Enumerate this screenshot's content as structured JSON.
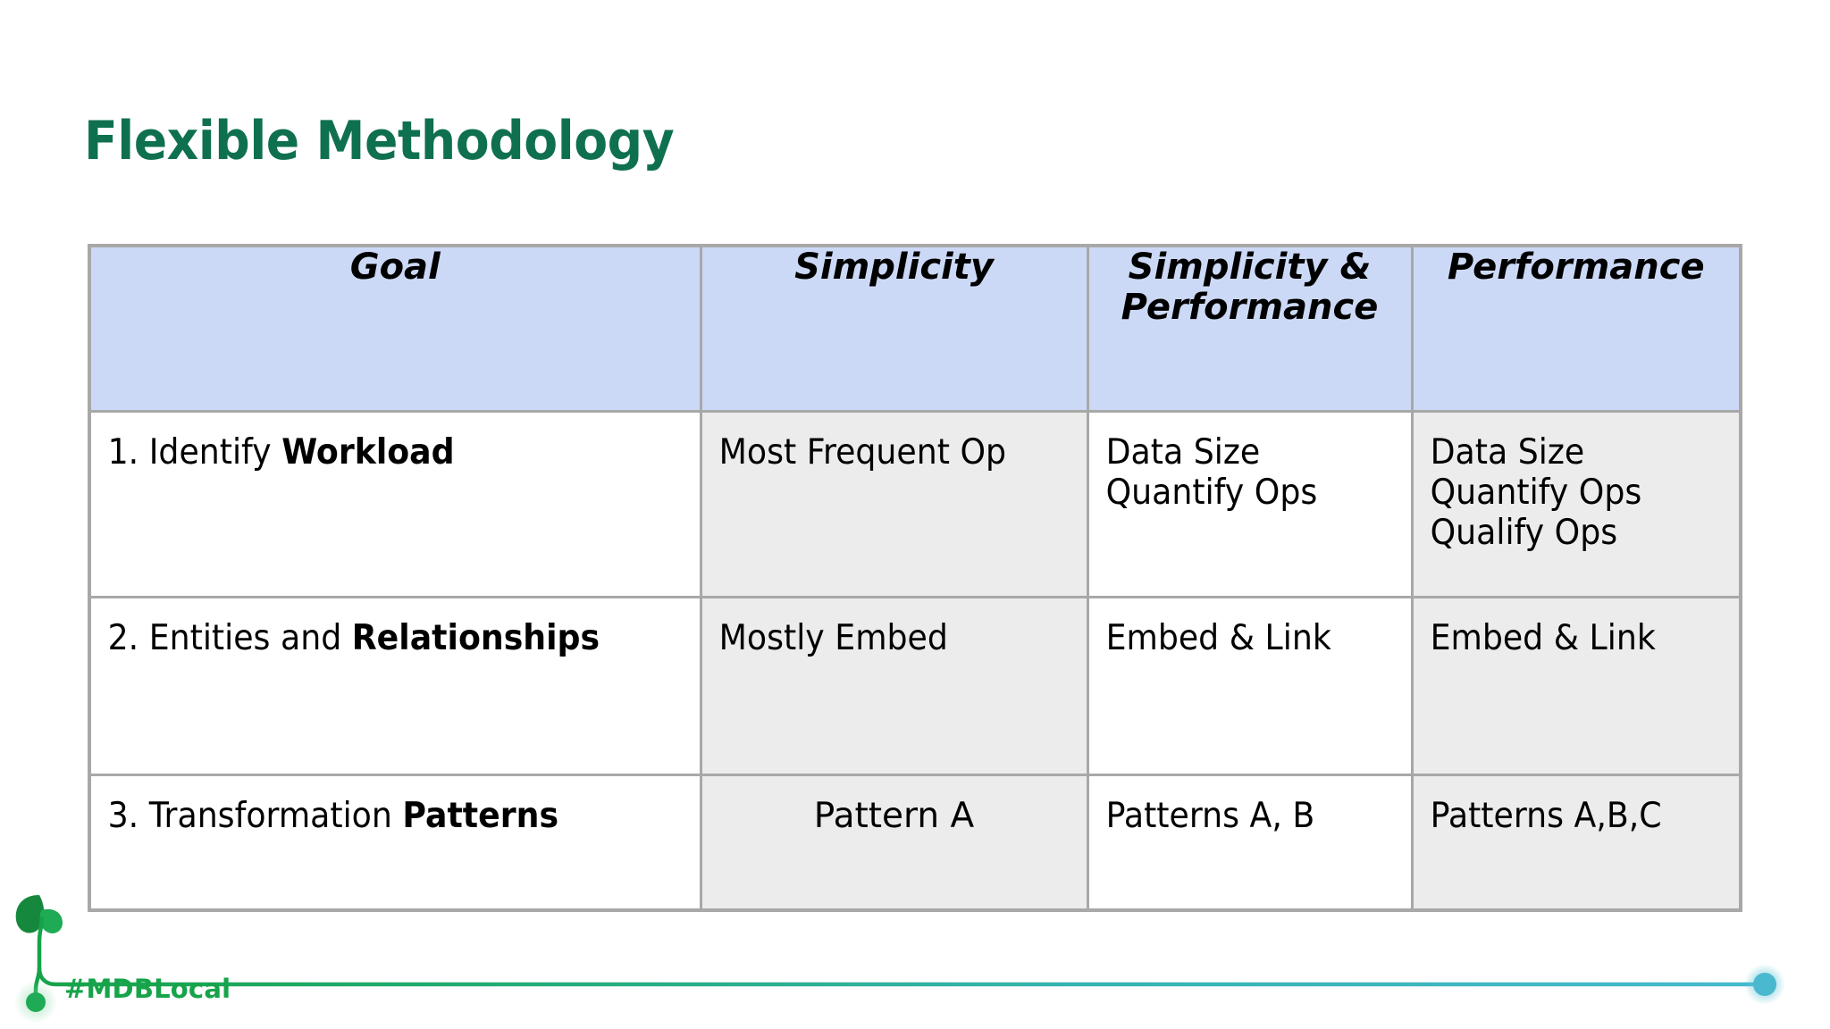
{
  "slide": {
    "title": "Flexible Methodology",
    "title_color": "#0f7050",
    "background": "#ffffff"
  },
  "table": {
    "header_bg": "#ccd9f6",
    "shade_bg": "#edecec",
    "border_color": "#a8a8a8",
    "columns": [
      {
        "key": "goal",
        "label": "Goal"
      },
      {
        "key": "simplicity",
        "label": "Simplicity"
      },
      {
        "key": "simp_perf",
        "label": "Simplicity & Performance"
      },
      {
        "key": "performance",
        "label": "Performance"
      }
    ],
    "header_lines": {
      "goal": "Goal",
      "simplicity": "Simplicity",
      "simp_perf_line1": "Simplicity &",
      "simp_perf_line2": "Performance",
      "performance": "Performance"
    },
    "rows": [
      {
        "goal_prefix": "1. Identify ",
        "goal_bold": "Workload",
        "simplicity": "Most Frequent Op",
        "simp_perf_line1": "Data Size",
        "simp_perf_line2": "Quantify Ops",
        "simp_perf_line3": "",
        "performance_line1": "Data Size",
        "performance_line2": "Quantify Ops",
        "performance_line3": "Qualify Ops"
      },
      {
        "goal_prefix": "2. Entities and ",
        "goal_bold": "Relationships",
        "simplicity": "Mostly Embed",
        "simp_perf_line1": "Embed & Link",
        "simp_perf_line2": "",
        "simp_perf_line3": "",
        "performance_line1": "Embed & Link",
        "performance_line2": "",
        "performance_line3": ""
      },
      {
        "goal_prefix": "3. Transformation ",
        "goal_bold": "Patterns",
        "simplicity": "Pattern A",
        "simp_perf_line1": "Patterns A, B",
        "simp_perf_line2": "",
        "simp_perf_line3": "",
        "performance_line1": "Patterns A,B,C",
        "performance_line2": "",
        "performance_line3": ""
      }
    ]
  },
  "footer": {
    "hashtag": "#MDBLocal",
    "sprout_color": "#1a9e4b",
    "leaf_dark": "#13803c",
    "line_start_color": "#16a34a",
    "line_end_color": "#3fb8cc",
    "end_dot_color": "#4ab8cf"
  }
}
